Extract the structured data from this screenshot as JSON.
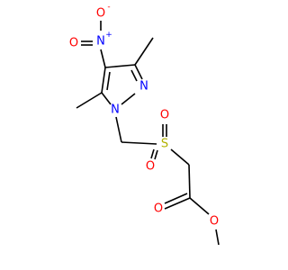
{
  "molecule": {
    "atoms": {
      "nitro_o_top": {
        "symbol": "O",
        "charge": "-",
        "color": "#ff0000"
      },
      "nitro_n": {
        "symbol": "N",
        "charge": "+",
        "color": "#0000ff"
      },
      "nitro_o_left": {
        "symbol": "O",
        "color": "#ff0000"
      },
      "pyrazole_n2": {
        "symbol": "N",
        "color": "#0000ff"
      },
      "pyrazole_n1": {
        "symbol": "N",
        "color": "#0000ff"
      },
      "sulfur": {
        "symbol": "S",
        "color": "#b2b200"
      },
      "sulfonyl_o_top": {
        "symbol": "O",
        "color": "#ff0000"
      },
      "sulfonyl_o_bottom": {
        "symbol": "O",
        "color": "#ff0000"
      },
      "carbonyl_o": {
        "symbol": "O",
        "color": "#ff0000"
      },
      "ester_o": {
        "symbol": "O",
        "color": "#ff0000"
      }
    }
  }
}
